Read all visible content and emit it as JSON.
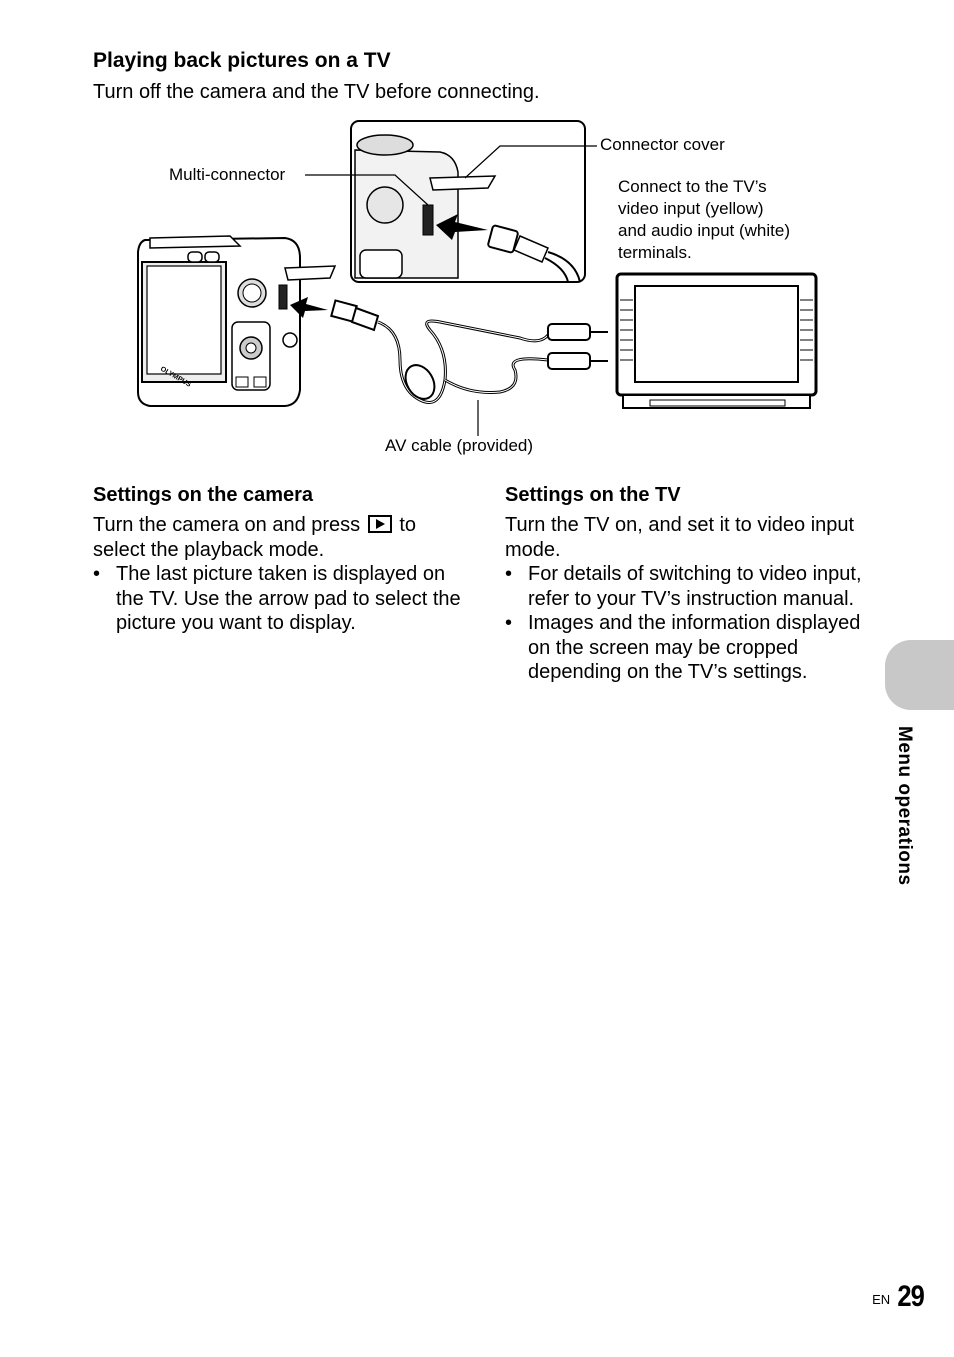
{
  "title": "Playing back pictures on a TV",
  "intro": "Turn off the camera and the TV before connecting.",
  "figure": {
    "connector_cover": "Connector cover",
    "multi_connector": "Multi-connector",
    "connect_note": [
      "Connect to the TV’s",
      "video input (yellow)",
      "and audio input (white)",
      "terminals."
    ],
    "av_cable": "AV cable (provided)",
    "brand": "OLYMPUS"
  },
  "camera_settings": {
    "heading": "Settings on the camera",
    "text_before": "Turn the camera on and press",
    "text_after": "to select the playback mode.",
    "bullets": [
      "The last picture taken is displayed on the TV. Use the arrow pad to select the picture you want to display."
    ]
  },
  "tv_settings": {
    "heading": "Settings on the TV",
    "text": "Turn the TV on, and set it to video input mode.",
    "bullets": [
      "For details of switching to video input, refer to your TV’s instruction manual.",
      "Images and the information displayed on the screen may be cropped depending on the TV’s settings."
    ]
  },
  "side_tab": "Menu operations",
  "footer": {
    "lang": "EN",
    "page": "29"
  }
}
